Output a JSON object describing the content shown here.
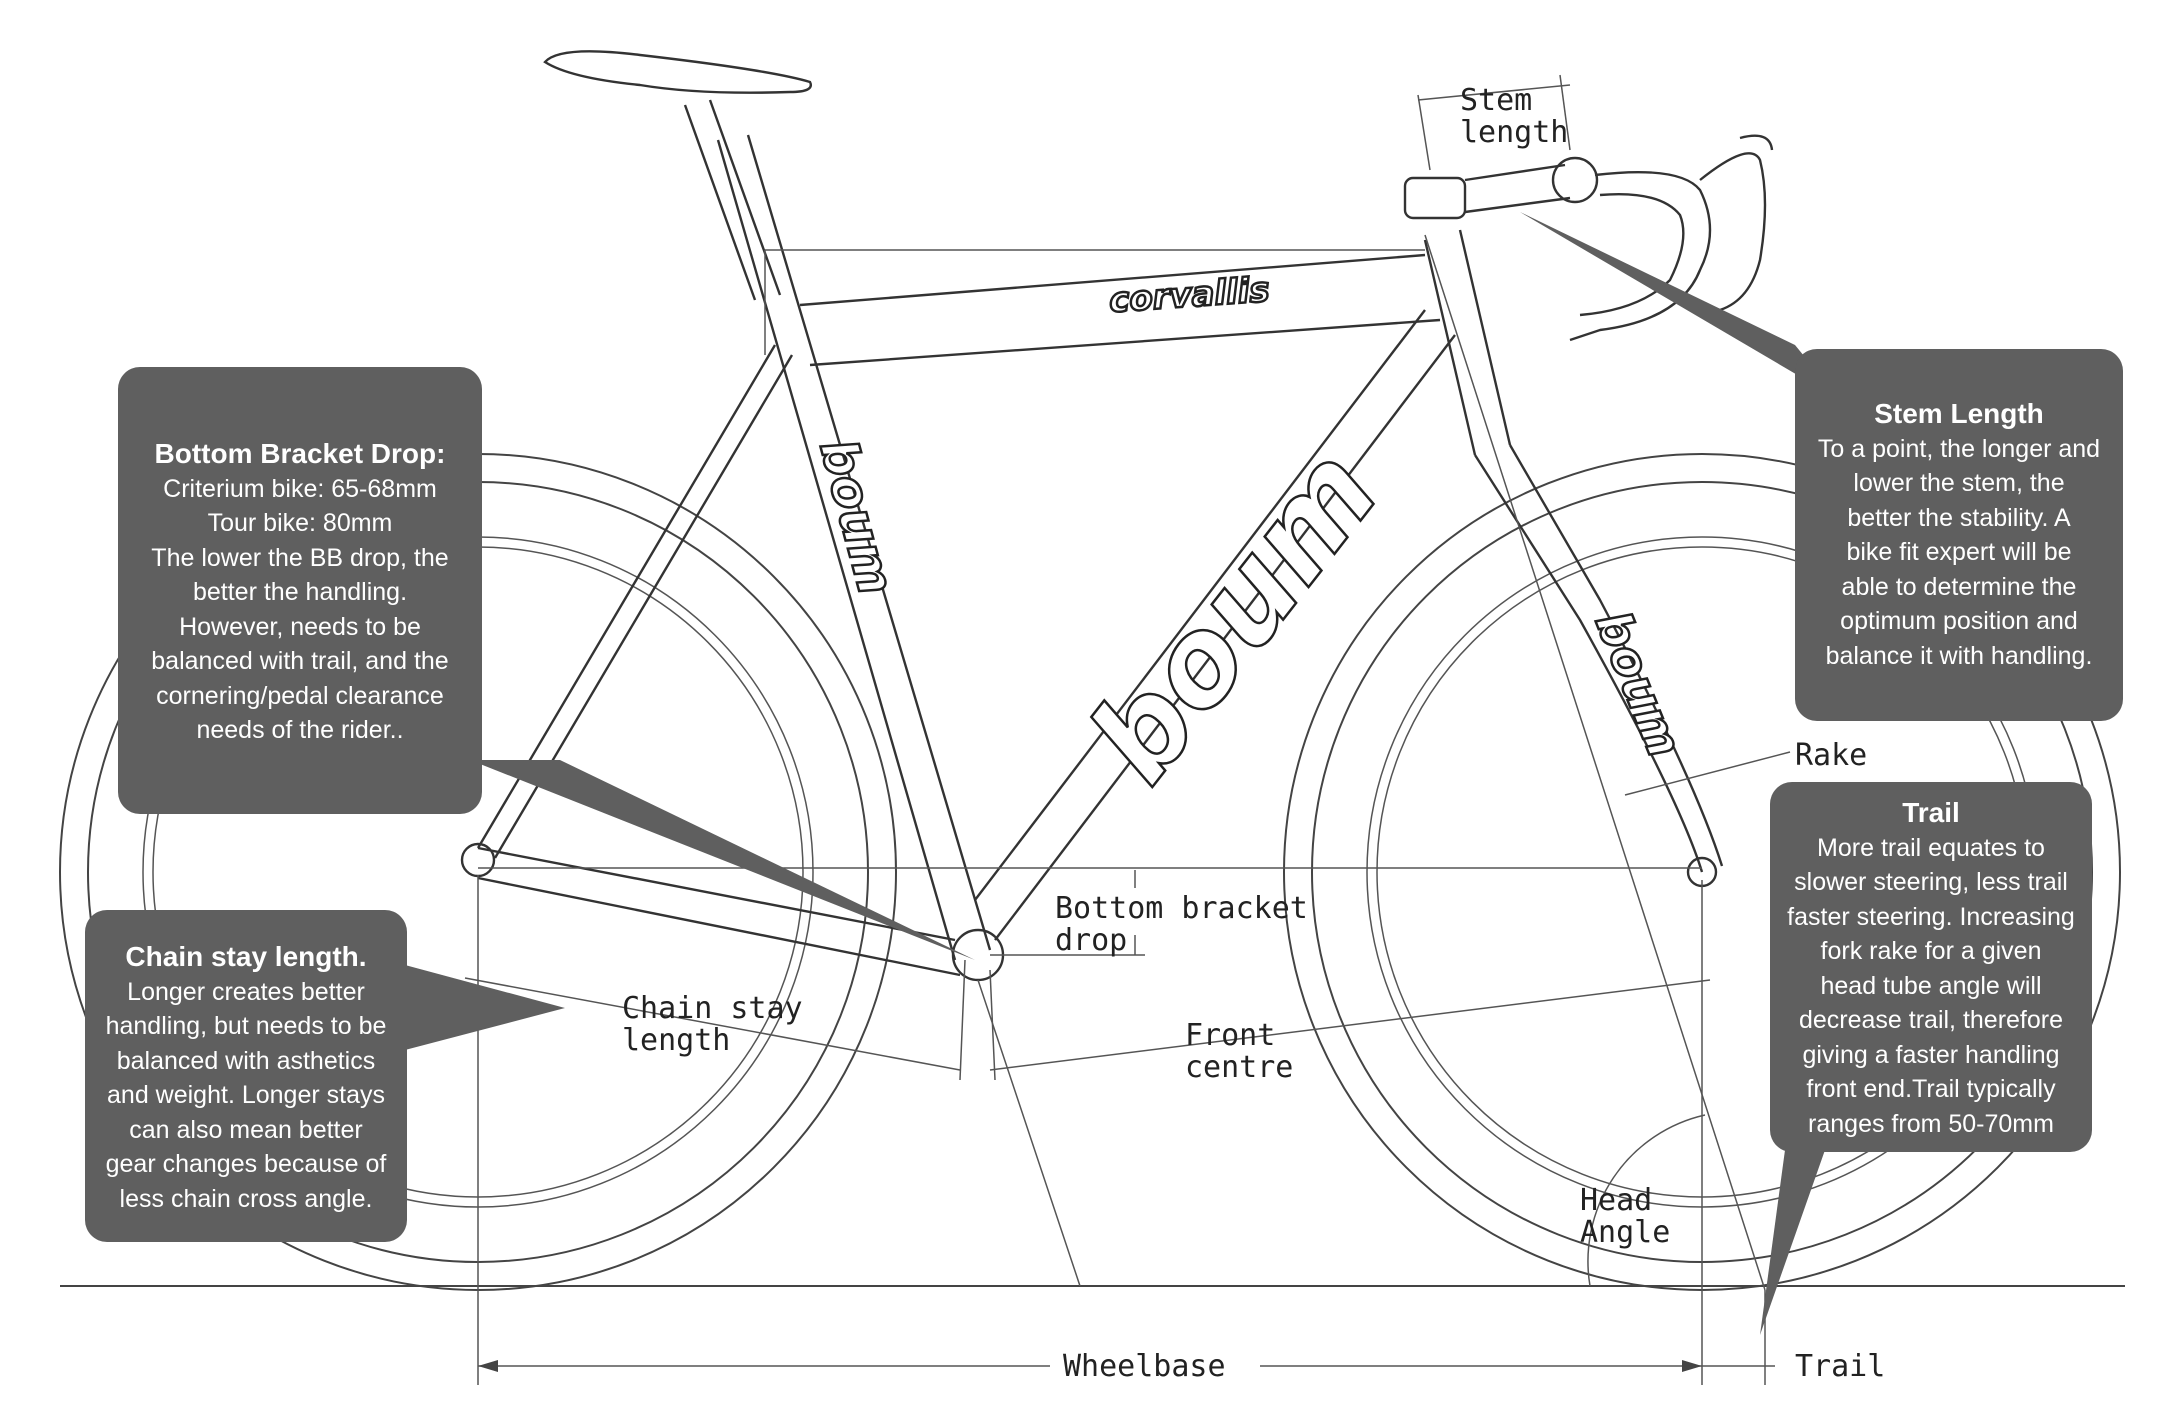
{
  "labels": {
    "stem_length": "Stem\nlength",
    "bb_drop": "Bottom bracket\ndrop",
    "chain_stay": "Chain stay\nlength",
    "front_centre": "Front\ncentre",
    "head_angle": "Head\nAngle",
    "rake": "Rake",
    "wheelbase": "Wheelbase",
    "trail": "Trail"
  },
  "brand": {
    "main": "boum",
    "secondary": "corvallis"
  },
  "callouts": {
    "bb_drop": {
      "title": "Bottom Bracket Drop:",
      "body": "Criterium bike: 65-68mm\nTour bike: 80mm\nThe lower the BB drop, the\nbetter the handling.\nHowever, needs to be\nbalanced with trail,  and the\ncornering/pedal clearance\nneeds of the rider.."
    },
    "chain_stay": {
      "title": "Chain stay length.",
      "body": "Longer creates better\nhandling, but needs to be\nbalanced with asthetics\nand weight. Longer stays\ncan also mean better\ngear changes because of\nless chain cross angle."
    },
    "stem_length": {
      "title": "Stem Length",
      "body": "To a point, the longer and\nlower the stem, the\nbetter the stability.  A\nbike fit expert will be\nable to determine the\noptimum position and\nbalance it with handling."
    },
    "trail": {
      "title": "Trail",
      "body": "More trail equates to\nslower steering, less trail\nfaster steering. Increasing\nfork rake for a given\nhead tube angle will\ndecrease trail, therefore\ngiving a faster handling\nfront end.Trail typically\nranges from 50-70mm"
    }
  },
  "colors": {
    "callout_bg": "#5f5f5f",
    "callout_text": "#ffffff",
    "line": "#444444"
  }
}
